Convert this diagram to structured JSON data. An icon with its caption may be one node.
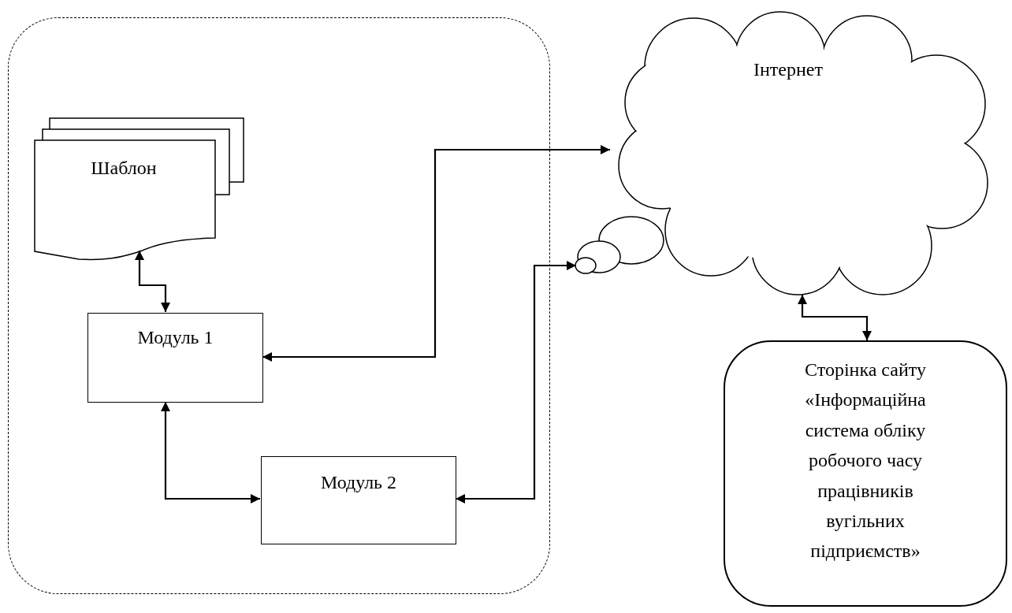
{
  "diagram": {
    "nodes": [
      {
        "text": [],
        "shape": "box"
      },
      {
        "text": [
          "Шаблон"
        ],
        "in": 0
      },
      {
        "text": [
          "Модуль 1"
        ],
        "in": 0
      },
      {
        "text": [
          "Модуль 2"
        ],
        "in": 0
      },
      {
        "text": [
          "Інтернет"
        ]
      },
      {
        "text": [
          "Сторінка сайту «Інформаційна система обліку робочого часу працівників вугільних підприємств»"
        ]
      }
    ],
    "edges": [
      {
        "from": 1,
        "to": 2,
        "arrow": "both"
      },
      {
        "from": 2,
        "to": 4,
        "arrow": "both"
      },
      {
        "from": 2,
        "to": 3,
        "arrow": "both"
      },
      {
        "from": 3,
        "to": 4,
        "arrow": "both"
      },
      {
        "from": 4,
        "to": 5,
        "arrow": "both"
      }
    ]
  }
}
